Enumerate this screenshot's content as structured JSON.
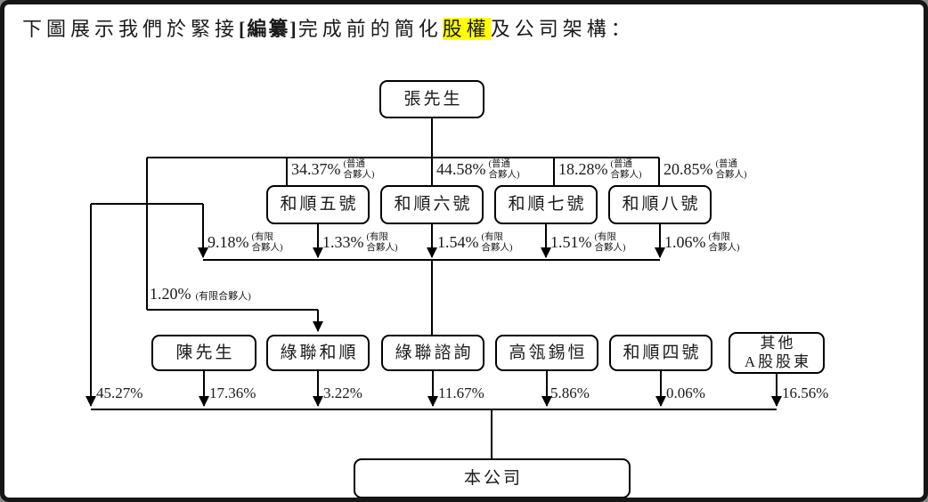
{
  "title": {
    "prefix": "下圖展示我們於緊接",
    "bracket_left": "[",
    "redacted": "編纂",
    "bracket_right": "]",
    "middle": "完成前的簡化",
    "highlighted": "股權",
    "suffix": "及公司架構："
  },
  "colors": {
    "highlight": "#ffff00",
    "line": "#000000",
    "box_border": "#000000",
    "background": "#ffffff"
  },
  "nodes": {
    "mr_zhang": "張先生",
    "heshun5": "和順五號",
    "heshun6": "和順六號",
    "heshun7": "和順七號",
    "heshun8": "和順八號",
    "mr_chen": "陳先生",
    "lvlian_heshun": "綠聯和順",
    "lvlian_zixun": "綠聯諮詢",
    "gaoling_xiheng": "高瓴錫恒",
    "heshun4": "和順四號",
    "other_a_share_line1": "其他",
    "other_a_share_line2": "A股股東",
    "company": "本公司"
  },
  "ownership": {
    "gp": [
      {
        "pct": "34.37%",
        "note_top": "(普通",
        "note_bottom": "合夥人)"
      },
      {
        "pct": "44.58%",
        "note_top": "(普通",
        "note_bottom": "合夥人)"
      },
      {
        "pct": "18.28%",
        "note_top": "(普通",
        "note_bottom": "合夥人)"
      },
      {
        "pct": "20.85%",
        "note_top": "(普通",
        "note_bottom": "合夥人)"
      }
    ],
    "lp": [
      {
        "pct": "9.18%",
        "note_top": "(有限",
        "note_bottom": "合夥人)"
      },
      {
        "pct": "1.33%",
        "note_top": "(有限",
        "note_bottom": "合夥人)"
      },
      {
        "pct": "1.54%",
        "note_top": "(有限",
        "note_bottom": "合夥人)"
      },
      {
        "pct": "1.51%",
        "note_top": "(有限",
        "note_bottom": "合夥人)"
      },
      {
        "pct": "1.06%",
        "note_top": "(有限",
        "note_bottom": "合夥人)"
      }
    ],
    "lp_single": {
      "pct": "1.20%",
      "note": "(有限合夥人)"
    },
    "direct": [
      "45.27%",
      "17.36%",
      "3.22%",
      "11.67%",
      "5.86%",
      "0.06%",
      "16.56%"
    ]
  }
}
